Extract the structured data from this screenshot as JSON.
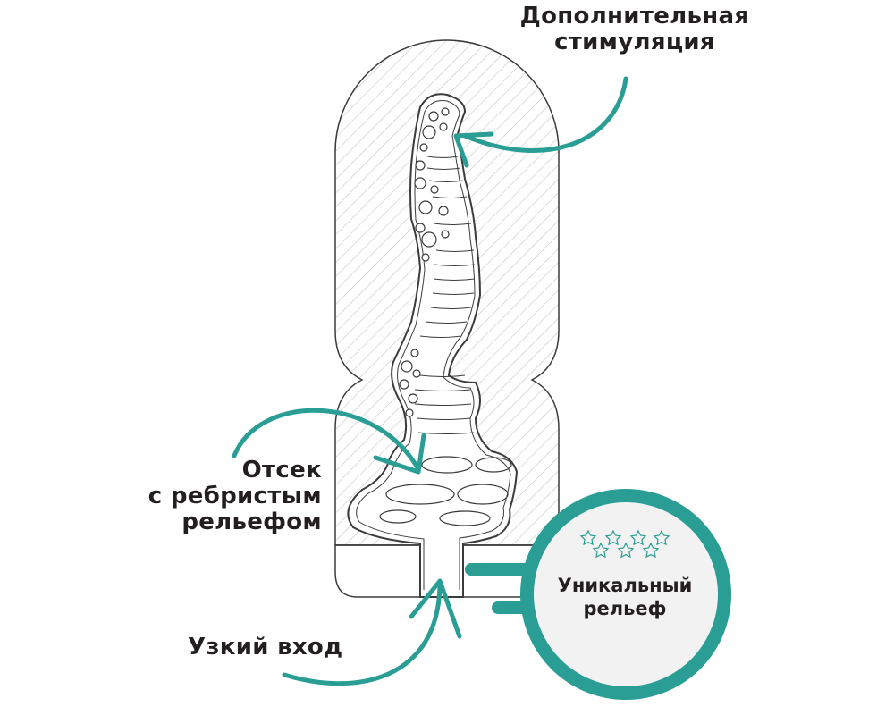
{
  "labels": {
    "top": {
      "line1": "Дополнительная",
      "line2": "стимуляция"
    },
    "ribbed": {
      "line1": "Отсек",
      "line2": "с ребристым",
      "line3": "рельефом"
    },
    "narrow": "Узкий вход"
  },
  "badge": {
    "line1": "Уникальный",
    "line2": "рельеф"
  },
  "colors": {
    "accent": "#2a9d95",
    "accent_light": "#e6f2f1",
    "badge_fill": "#f2f2f2",
    "outline": "#3b3b3b",
    "hatch": "#c2c2c2",
    "text": "#231f20"
  },
  "icons": [
    "star-outline-icon"
  ]
}
